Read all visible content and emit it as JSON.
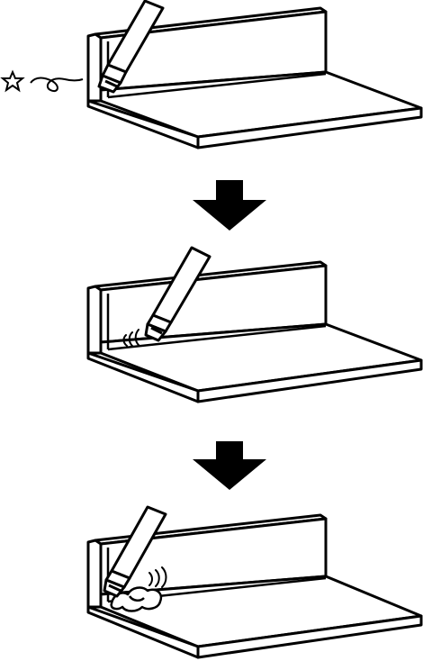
{
  "diagram": {
    "steps": [
      {
        "id": "step-1",
        "tool_state": "tilted-start",
        "effect": "star-spark"
      },
      {
        "id": "step-2",
        "tool_state": "upright-contact",
        "effect": "vibration-lines"
      },
      {
        "id": "step-3",
        "tool_state": "tilted-pushing",
        "effect": "bead-blob"
      }
    ],
    "arrow_count": 2,
    "colors": {
      "stroke": "#000000",
      "fill": "#ffffff",
      "arrow": "#000000"
    }
  }
}
